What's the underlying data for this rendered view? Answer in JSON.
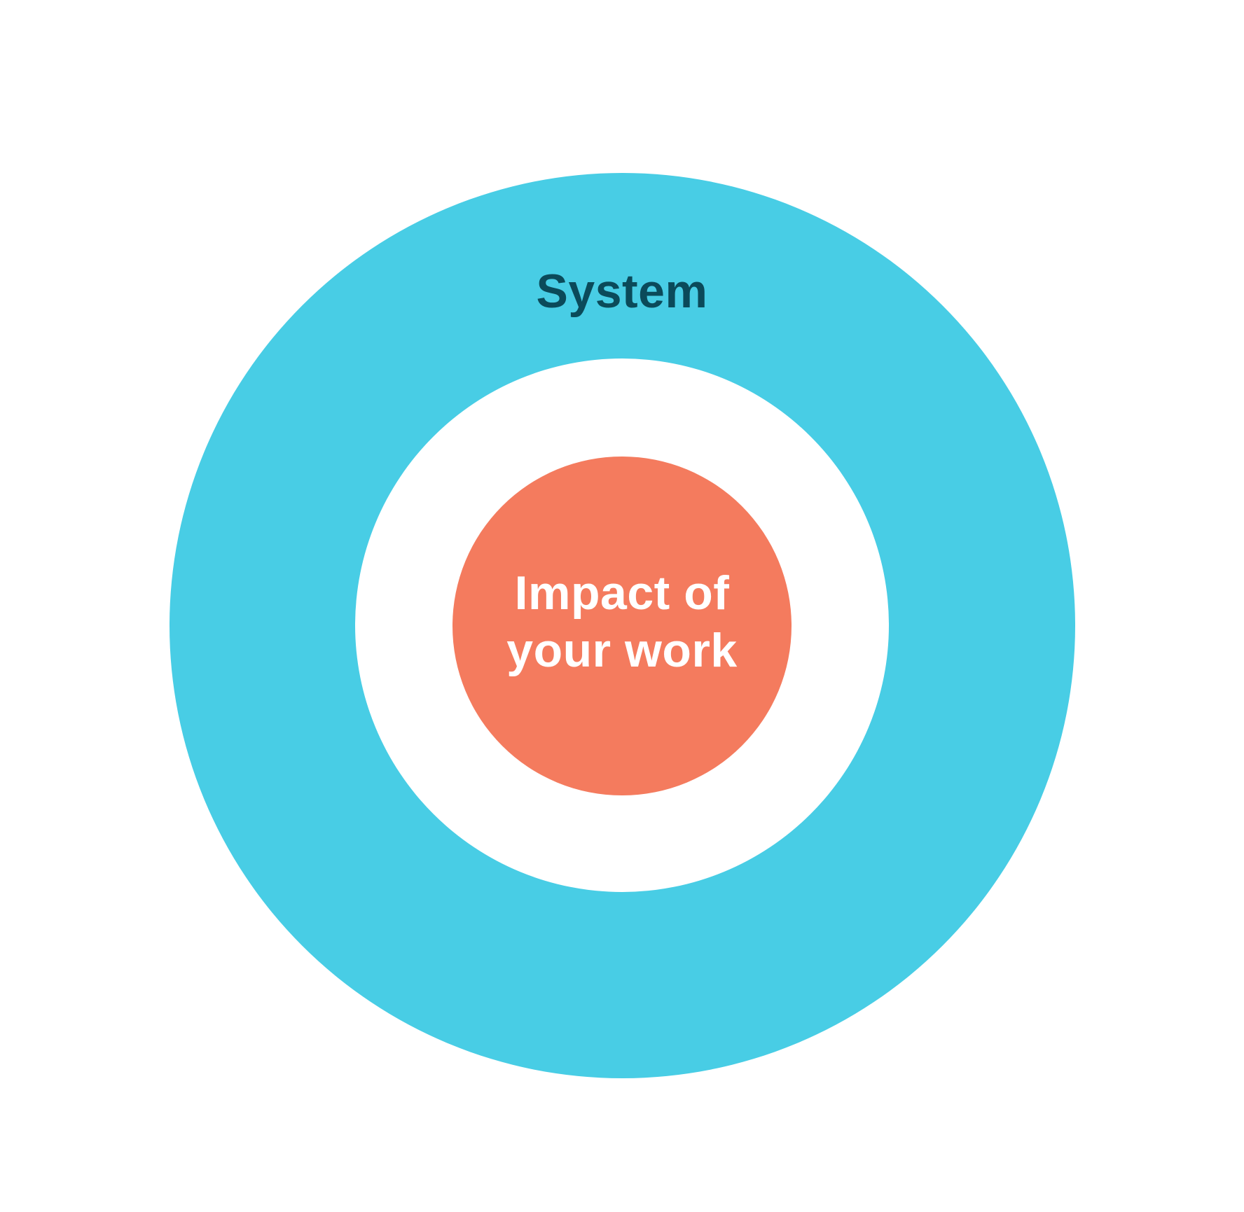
{
  "diagram": {
    "type": "concentric-circles",
    "colors": {
      "outer_ring": "#48CDE5",
      "gap": "#FFFFFF",
      "core": "#F47B5E",
      "outer_label_text": "#0B4A5A",
      "core_label_text": "#FFFFFF",
      "background": "#FFFFFF"
    },
    "outer": {
      "label": "System"
    },
    "core": {
      "label_lines": [
        "Impact of",
        "your work"
      ]
    }
  }
}
